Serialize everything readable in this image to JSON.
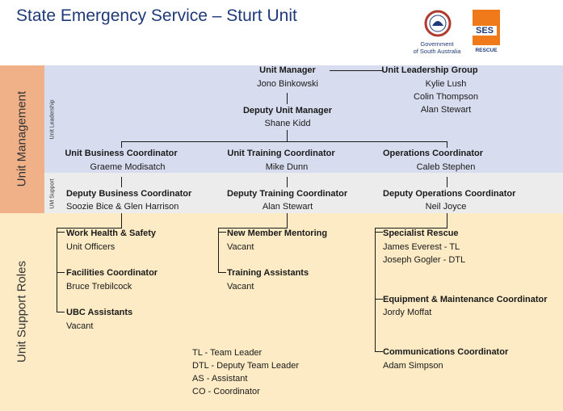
{
  "header": {
    "title": "State Emergency Service – Sturt Unit",
    "logo_sa_line1": "Government",
    "logo_sa_line2": "of South Australia",
    "logo_ses": "SES",
    "logo_ses_sub": "RESCUE"
  },
  "side_labels": {
    "management": "Unit Management",
    "leadership": "Unit Leadership",
    "um_support": "UM Support",
    "roles": "Unit Support Roles"
  },
  "colors": {
    "management_band": "#d7dcee",
    "support_band": "#ececec",
    "roles_band": "#fcebc5",
    "management_side": "#f0b189",
    "title": "#1f3a78"
  },
  "management": {
    "unit_manager": {
      "title": "Unit Manager",
      "name": "Jono Binkowski"
    },
    "leadership_group": {
      "title": "Unit Leadership Group",
      "members": [
        "Kylie Lush",
        "Colin Thompson",
        "Alan Stewart"
      ]
    },
    "deputy_manager": {
      "title": "Deputy Unit Manager",
      "name": "Shane Kidd"
    },
    "business": {
      "title": "Unit Business Coordinator",
      "name": "Graeme Modisatch"
    },
    "training": {
      "title": "Unit Training Coordinator",
      "name": "Mike Dunn"
    },
    "operations": {
      "title": "Operations Coordinator",
      "name": "Caleb Stephen"
    }
  },
  "support": {
    "business": {
      "title": "Deputy Business Coordinator",
      "name": "Soozie Bice & Glen Harrison"
    },
    "training": {
      "title": "Deputy Training Coordinator",
      "name": "Alan Stewart"
    },
    "operations": {
      "title": "Deputy Operations Coordinator",
      "name": "Neil Joyce"
    }
  },
  "roles": {
    "business": [
      {
        "title": "Work Health & Safety",
        "name": "Unit Officers"
      },
      {
        "title": "Facilities Coordinator",
        "name": "Bruce Trebilcock"
      },
      {
        "title": "UBC Assistants",
        "name": "Vacant"
      }
    ],
    "training": [
      {
        "title": "New Member Mentoring",
        "name": "Vacant"
      },
      {
        "title": "Training Assistants",
        "name": "Vacant"
      }
    ],
    "operations": [
      {
        "title": "Specialist Rescue",
        "names": [
          "James Everest - TL",
          "Joseph Gogler - DTL"
        ]
      },
      {
        "title": "Equipment & Maintenance Coordinator",
        "name": "Jordy Moffat"
      },
      {
        "title": "Communications Coordinator",
        "name": "Adam Simpson"
      }
    ]
  },
  "legend": [
    "TL - Team Leader",
    "DTL - Deputy Team Leader",
    "AS - Assistant",
    "CO - Coordinator"
  ]
}
